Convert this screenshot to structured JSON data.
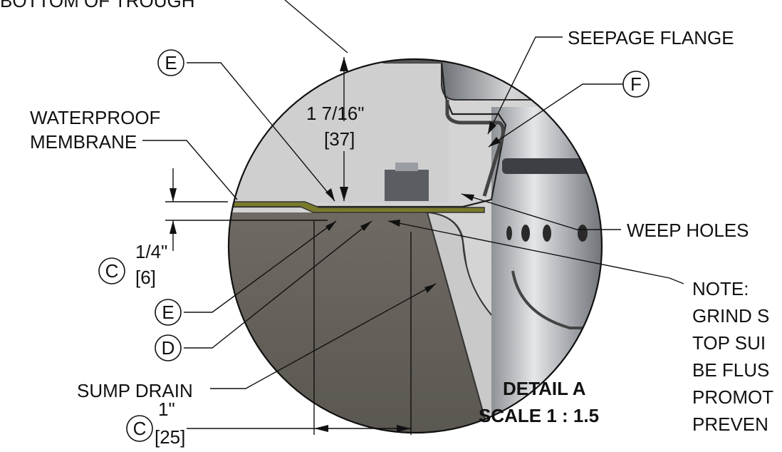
{
  "labels": {
    "bottom_of_trough": "BOTTOM OF TROUGH",
    "seepage_flange": "SEEPAGE FLANGE",
    "waterproof_l1": "WATERPROOF",
    "waterproof_l2": "MEMBRANE",
    "weep_holes": "WEEP HOLES",
    "sump_drain": "SUMP DRAIN",
    "note_title": "NOTE:",
    "note_l1": "GRIND S",
    "note_l2": "TOP SUI",
    "note_l3": "BE FLUS",
    "note_l4": "PROMOT",
    "note_l5": "PREVEN"
  },
  "bubbles": {
    "e_top": "E",
    "f": "F",
    "c_left": "C",
    "e_bottom": "E",
    "d": "D",
    "c_bottom": "C"
  },
  "dimensions": {
    "height_in": "1 7/16\"",
    "height_mm": "[37]",
    "gap_in": "1/4\"",
    "gap_mm": "[6]",
    "width_in": "1\"",
    "width_mm": "[25]"
  },
  "detail": {
    "title": "DETAIL A",
    "scale": "SCALE 1 : 1.5"
  },
  "colors": {
    "concrete": "#6b6660",
    "membrane": "#7a7a2c",
    "steel": "#b9bcbf",
    "background_inside": "#d6d6d6"
  }
}
